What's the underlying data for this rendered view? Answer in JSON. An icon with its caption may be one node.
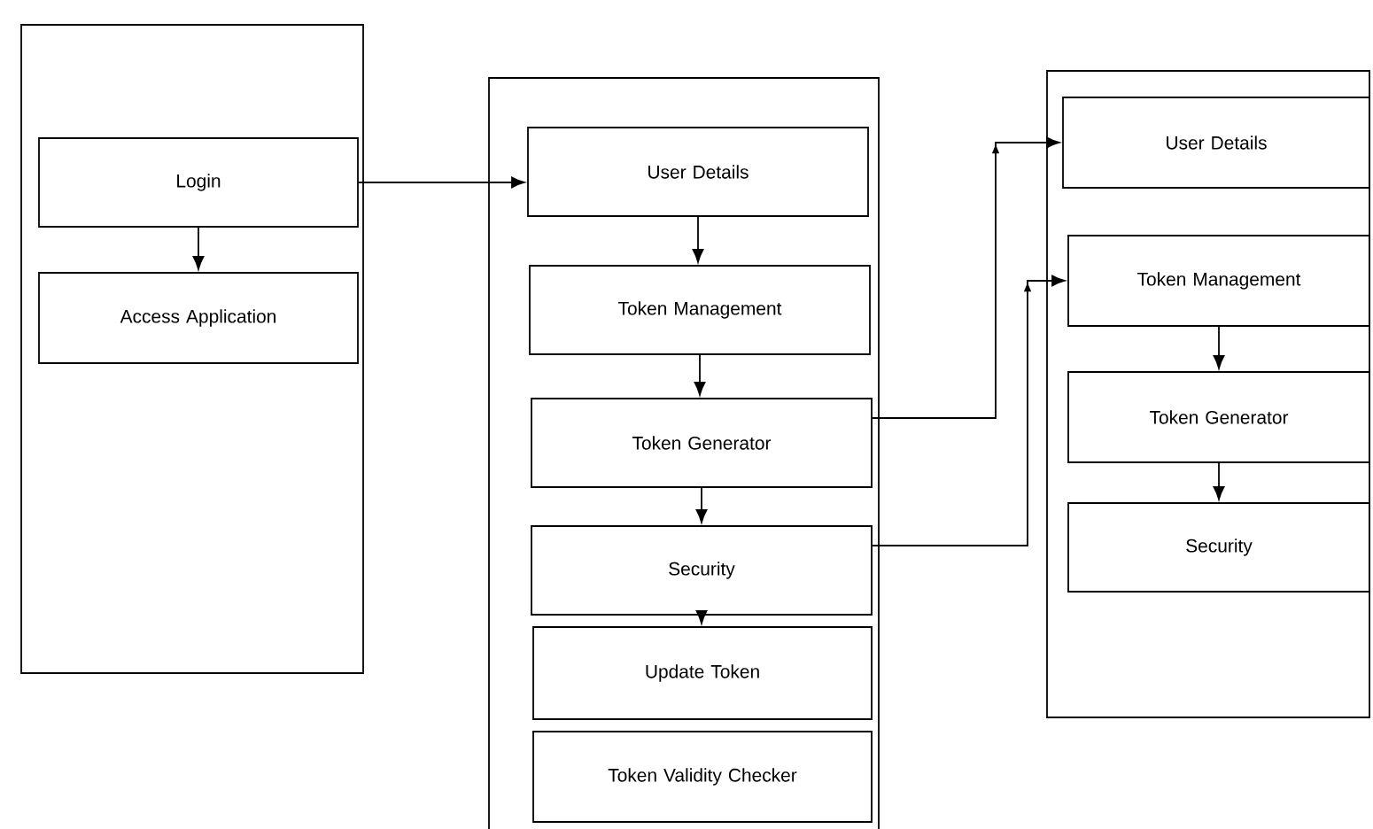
{
  "diagram": {
    "nodes": [
      {
        "text": [],
        "shape": "box"
      },
      {
        "text": [
          "Login"
        ],
        "in": 0
      },
      {
        "text": [
          "Access Application"
        ],
        "in": 0
      },
      {
        "text": [],
        "shape": "box"
      },
      {
        "text": [
          "User Details"
        ],
        "in": 3
      },
      {
        "text": [
          "Token Management"
        ],
        "in": 3
      },
      {
        "text": [
          "Token Generator"
        ],
        "in": 3
      },
      {
        "text": [
          "Security"
        ],
        "in": 3
      },
      {
        "text": [
          "Update Token"
        ],
        "in": 3
      },
      {
        "text": [
          "Token Validity Checker"
        ],
        "in": 3
      },
      {
        "text": [],
        "shape": "box"
      },
      {
        "text": [
          "User Details"
        ],
        "in": 10
      },
      {
        "text": [
          "Token Management"
        ],
        "in": 10
      },
      {
        "text": [
          "Token Generator"
        ],
        "in": 10
      },
      {
        "text": [
          "Security"
        ],
        "in": 10
      }
    ],
    "edges": [
      {
        "from": 1,
        "to": 2,
        "arrow": "to"
      },
      {
        "from": 1,
        "to": 4,
        "arrow": "to"
      },
      {
        "from": 4,
        "to": 5,
        "arrow": "to"
      },
      {
        "from": 5,
        "to": 6,
        "arrow": "to"
      },
      {
        "from": 6,
        "to": 7,
        "arrow": "to"
      },
      {
        "from": 7,
        "to": 8,
        "arrow": "to"
      },
      {
        "from": 6,
        "to": 11,
        "arrow": "to"
      },
      {
        "from": 7,
        "to": 12,
        "arrow": "to"
      },
      {
        "from": 12,
        "to": 13,
        "arrow": "to"
      },
      {
        "from": 13,
        "to": 14,
        "arrow": "to"
      }
    ]
  }
}
